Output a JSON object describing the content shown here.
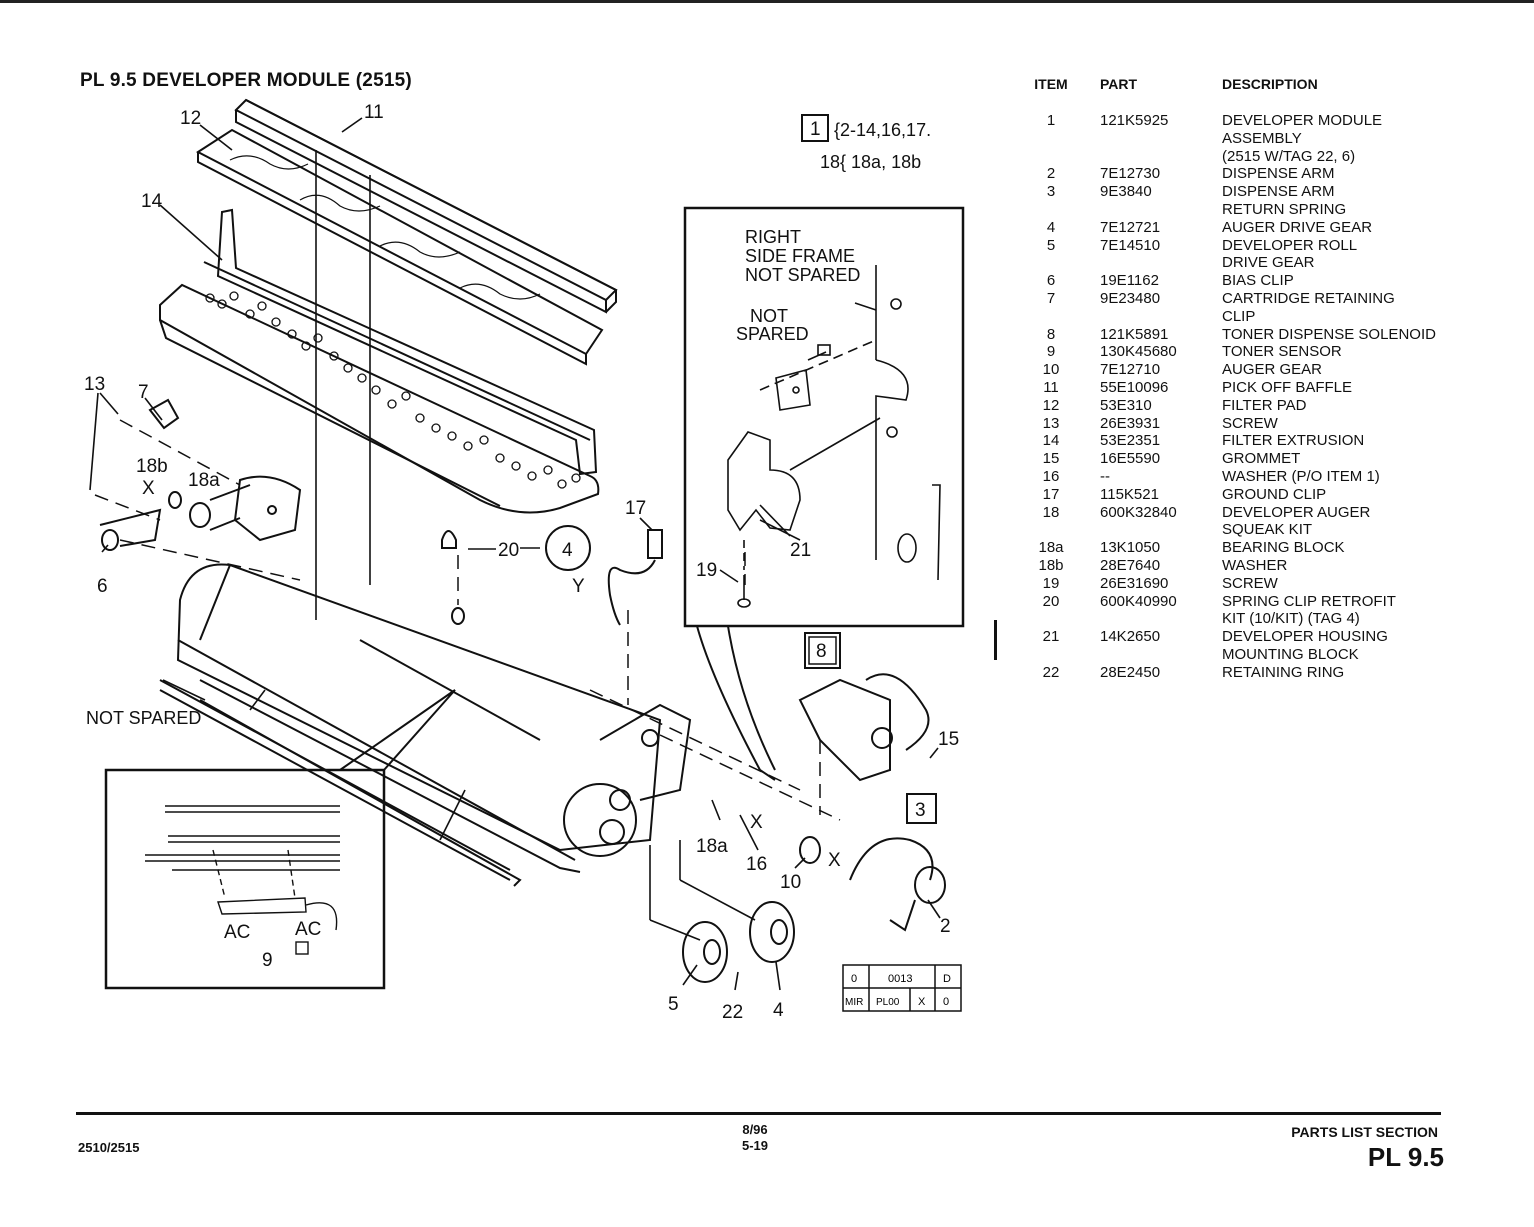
{
  "page": {
    "title": "PL 9.5 DEVELOPER MODULE (2515)"
  },
  "diagram": {
    "callouts": {
      "c12": "12",
      "c11": "11",
      "c14": "14",
      "c13": "13",
      "c7": "7",
      "c18b": "18b",
      "c18a_top": "18a",
      "cx_left": "X",
      "c6": "6",
      "c20": "20",
      "c4_circle": "4",
      "c17": "17",
      "cy": "Y",
      "c19": "19",
      "c21": "21",
      "c8_box": "8",
      "c15": "15",
      "c3_box": "3",
      "c18a_bottom": "18a",
      "c16": "16",
      "cx_mid": "X",
      "c10": "10",
      "cx_right": "X",
      "c2": "2",
      "c5": "5",
      "c22": "22",
      "c4": "4",
      "c9": "9",
      "cac_left": "AC",
      "cac_right": "AC",
      "c1_box": "1"
    },
    "kit_line1": "{2-14,16,17.",
    "kit_line2": "18{ 18a, 18b",
    "inset_right_frame": [
      "RIGHT",
      "SIDE FRAME",
      "NOT SPARED"
    ],
    "inset_not_spared": [
      "NOT",
      "SPARED"
    ],
    "not_spared_left": "NOT SPARED",
    "stamp": {
      "r1c1": "0",
      "r1c2": "0013",
      "r1c3": "D",
      "r2c1": "MIR",
      "r2c2": "PL00",
      "r2c3": "X",
      "r2c4": "0"
    }
  },
  "parts_table": {
    "headers": {
      "item": "ITEM",
      "part": "PART",
      "description": "DESCRIPTION"
    },
    "rows": [
      {
        "item": "1",
        "part": "121K5925",
        "description": "DEVELOPER MODULE\nASSEMBLY\n(2515 W/TAG 22, 6)"
      },
      {
        "item": "2",
        "part": "7E12730",
        "description": "DISPENSE ARM"
      },
      {
        "item": "3",
        "part": "9E3840",
        "description": "DISPENSE ARM\nRETURN SPRING"
      },
      {
        "item": "4",
        "part": "7E12721",
        "description": "AUGER DRIVE GEAR"
      },
      {
        "item": "5",
        "part": "7E14510",
        "description": "DEVELOPER ROLL\nDRIVE GEAR"
      },
      {
        "item": "6",
        "part": "19E1162",
        "description": "BIAS CLIP"
      },
      {
        "item": "7",
        "part": "9E23480",
        "description": "CARTRIDGE RETAINING\nCLIP"
      },
      {
        "item": "8",
        "part": "121K5891",
        "description": "TONER DISPENSE SOLENOID"
      },
      {
        "item": "9",
        "part": "130K45680",
        "description": "TONER SENSOR"
      },
      {
        "item": "10",
        "part": "7E12710",
        "description": "AUGER GEAR"
      },
      {
        "item": "11",
        "part": "55E10096",
        "description": "PICK OFF BAFFLE"
      },
      {
        "item": "12",
        "part": "53E310",
        "description": "FILTER PAD"
      },
      {
        "item": "13",
        "part": "26E3931",
        "description": "SCREW"
      },
      {
        "item": "14",
        "part": "53E2351",
        "description": "FILTER EXTRUSION"
      },
      {
        "item": "15",
        "part": "16E5590",
        "description": "GROMMET"
      },
      {
        "item": "16",
        "part": "--",
        "description": "WASHER (P/O ITEM 1)"
      },
      {
        "item": "17",
        "part": "115K521",
        "description": "GROUND CLIP"
      },
      {
        "item": "18",
        "part": "600K32840",
        "description": "DEVELOPER AUGER\nSQUEAK KIT"
      },
      {
        "item": "18a",
        "part": "13K1050",
        "description": "BEARING BLOCK"
      },
      {
        "item": "18b",
        "part": "28E7640",
        "description": "WASHER"
      },
      {
        "item": "19",
        "part": "26E31690",
        "description": "SCREW"
      },
      {
        "item": "20",
        "part": "600K40990",
        "description": "SPRING CLIP RETROFIT\nKIT (10/KIT) (TAG 4)"
      },
      {
        "item": "21",
        "part": "14K2650",
        "description": "DEVELOPER HOUSING\nMOUNTING BLOCK"
      },
      {
        "item": "22",
        "part": "28E2450",
        "description": "RETAINING RING"
      }
    ]
  },
  "footer": {
    "left": "2510/2515",
    "date": "8/96",
    "page_no": "5-19",
    "section": "PARTS LIST SECTION",
    "section_code": "PL 9.5"
  }
}
